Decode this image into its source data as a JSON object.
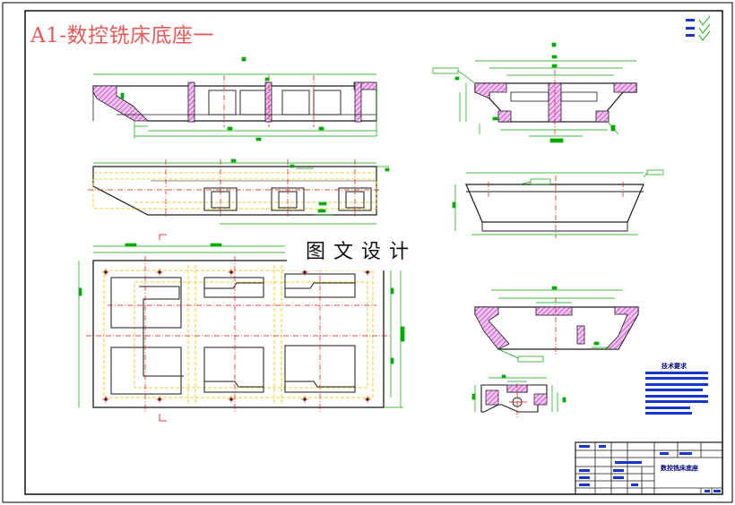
{
  "sheet": {
    "title": "A1-数控铣床底座一",
    "watermark": "图文设计"
  },
  "tech_requirements": {
    "title": "技术要求"
  },
  "title_block": {
    "drawing_name": "数控铣床底座"
  },
  "colors": {
    "outline": "#1a1a1a",
    "border": "#000000",
    "dimension": "#00aa00",
    "centerline": "#dd1111",
    "hidden": "#e6c200",
    "section_hatch": "#cc33cc",
    "title_red": "#e85a5a",
    "text_navy": "#00007a"
  }
}
